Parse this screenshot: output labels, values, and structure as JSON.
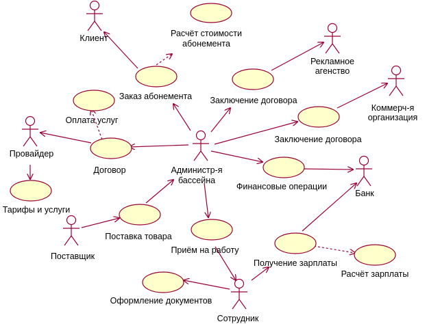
{
  "actors": {
    "client": "Клиент",
    "ad_agency": "Рекламное агенство",
    "commercial_org": "Коммерч-я организация",
    "provider": "Провайдер",
    "admin": "Администр-я бассейна",
    "bank": "Банк",
    "supplier": "Поставщик",
    "employee": "Сотрудник"
  },
  "use_cases": {
    "cost_calc": "Расчёт стоимости абонемента",
    "order_subscription": "Заказ абонемента",
    "contract_ad": "Заключение договора",
    "payment": "Оплата услуг",
    "contract": "Договор",
    "contract_commercial": "Заключение договора",
    "finance": "Финансовые операции",
    "tariffs": "Тарифы и услуги",
    "supply": "Поставка товара",
    "hiring": "Приём на работу",
    "salary_receive": "Получение зарплаты",
    "salary_calc": "Расчёт зарплаты",
    "documents": "Оформление документов"
  },
  "colors": {
    "line": "#990033",
    "use_case_fill": "#ffffcc"
  }
}
